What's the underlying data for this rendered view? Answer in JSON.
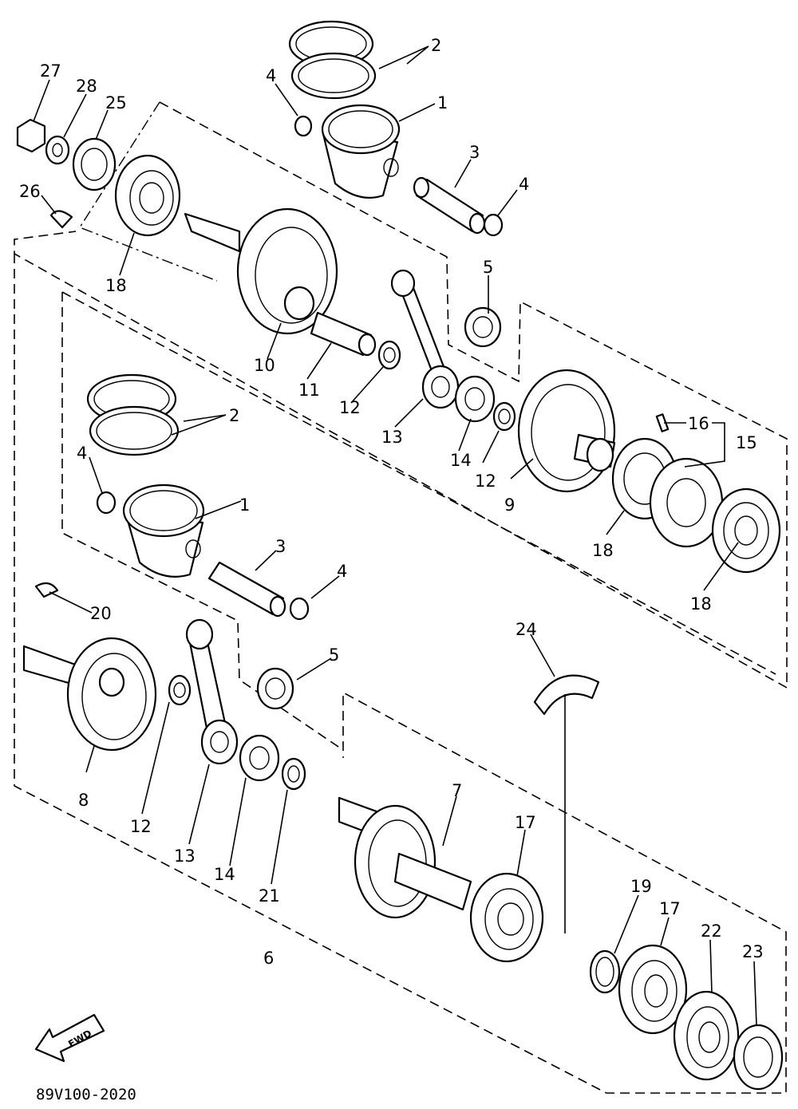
{
  "diagram": {
    "drawing_code": "89V100-2020",
    "fwd_label": "FWD",
    "callouts": {
      "c1a": "1",
      "c1b": "1",
      "c2a": "2",
      "c2b": "2",
      "c3a": "3",
      "c3b": "3",
      "c4a": "4",
      "c4b": "4",
      "c4c": "4",
      "c4d": "4",
      "c5a": "5",
      "c5b": "5",
      "c6": "6",
      "c7": "7",
      "c8": "8",
      "c9": "9",
      "c10": "10",
      "c11": "11",
      "c12a": "12",
      "c12b": "12",
      "c12c": "12",
      "c13a": "13",
      "c13b": "13",
      "c14a": "14",
      "c14b": "14",
      "c15": "15",
      "c16": "16",
      "c17a": "17",
      "c17b": "17",
      "c18a": "18",
      "c18b": "18",
      "c18c": "18",
      "c19": "19",
      "c20": "20",
      "c21": "21",
      "c22": "22",
      "c23": "23",
      "c24": "24",
      "c25": "25",
      "c26": "26",
      "c27": "27",
      "c28": "28"
    }
  }
}
